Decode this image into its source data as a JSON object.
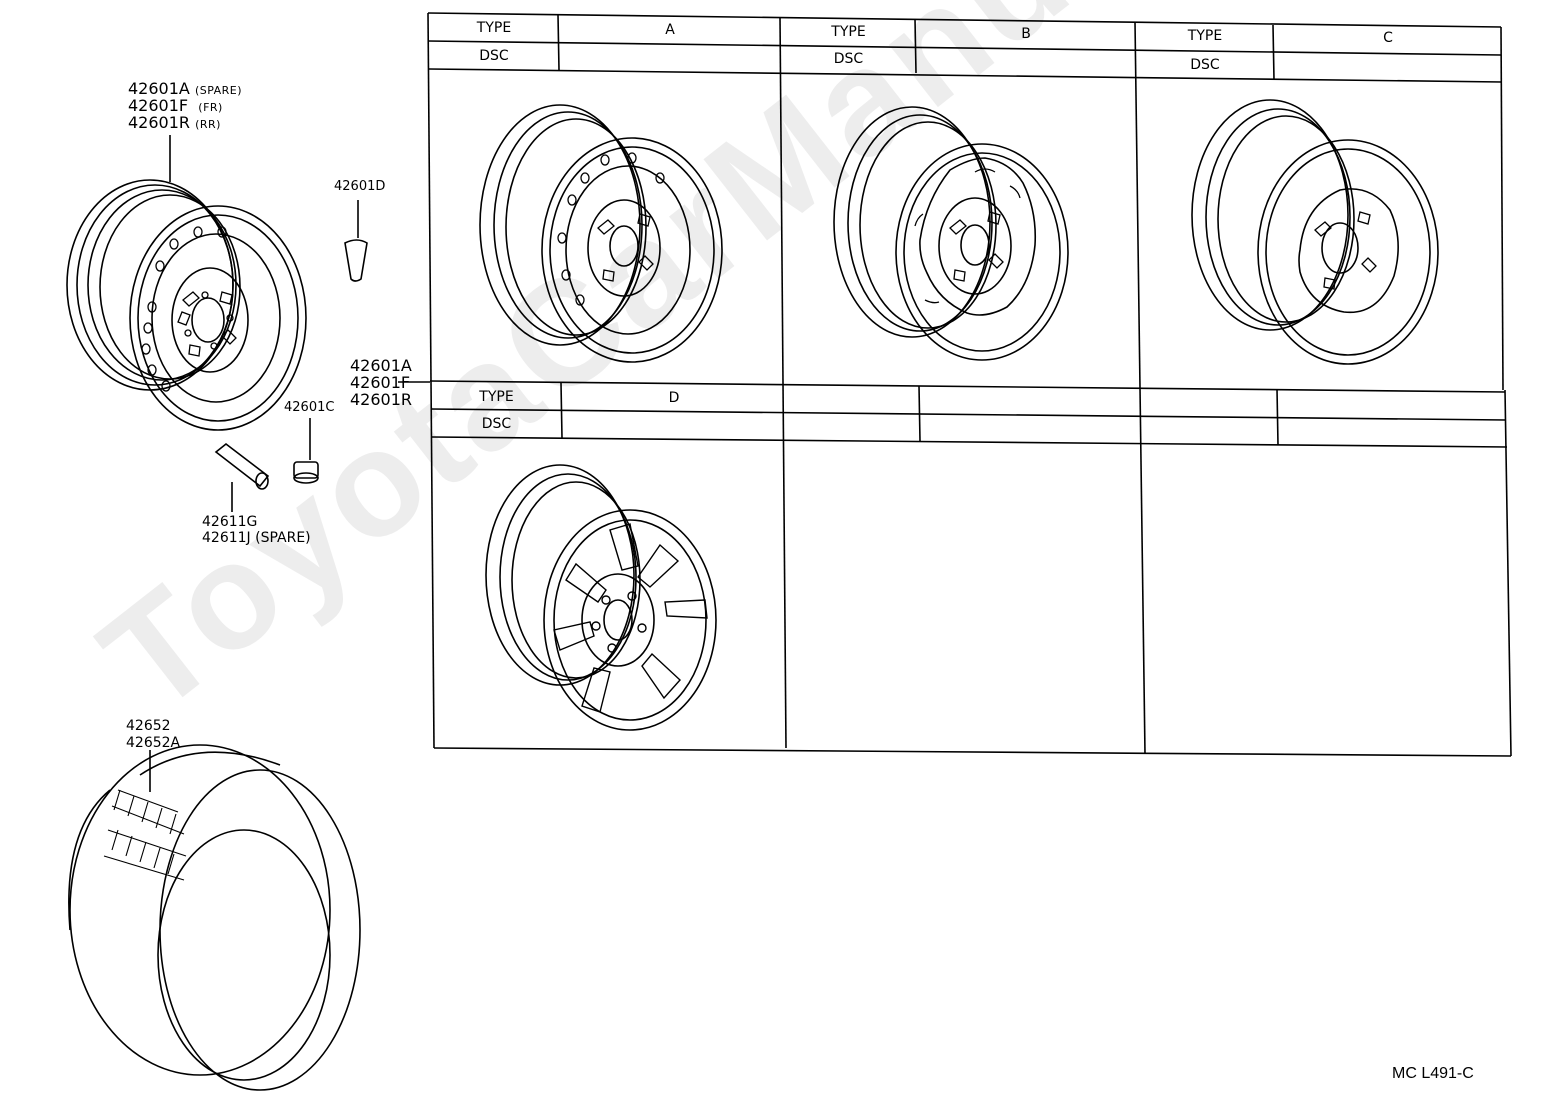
{
  "watermark": "ToyotaCarManual",
  "diagram_code": "MC L491-C",
  "parts": {
    "wheel_main": [
      {
        "no": "42601A",
        "note": "(SPARE)"
      },
      {
        "no": "42601F",
        "note": "(FR)"
      },
      {
        "no": "42601R",
        "note": "(RR)"
      }
    ],
    "balance_weight": "42601D",
    "hub_nut": "42601C",
    "valve": [
      "42611G",
      "42611J (SPARE)"
    ],
    "tire": [
      "42652",
      "42652A"
    ],
    "table_ref": [
      "42601A",
      "42601F",
      "42601R"
    ]
  },
  "table": {
    "type_label": "TYPE",
    "dsc_label": "DSC",
    "types": [
      "A",
      "B",
      "C",
      "D"
    ]
  }
}
